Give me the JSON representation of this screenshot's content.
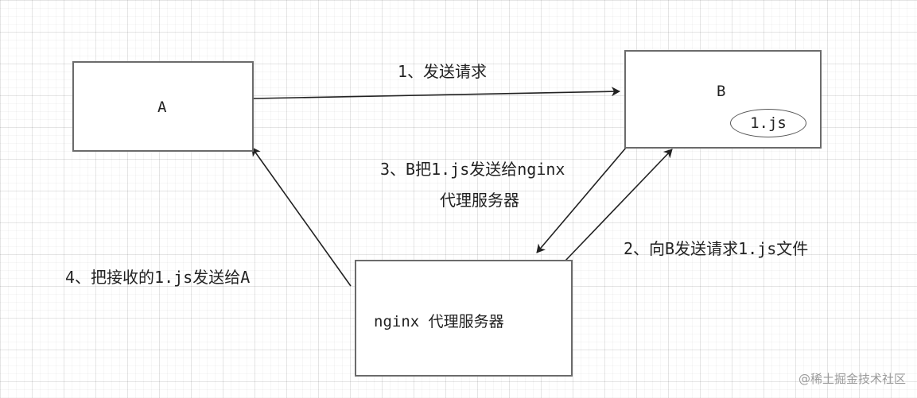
{
  "nodes": {
    "a": {
      "label": "A"
    },
    "b": {
      "label": "B",
      "file": "1.js"
    },
    "nginx": {
      "label": "nginx 代理服务器"
    }
  },
  "edges": {
    "step1": {
      "label": "1、发送请求"
    },
    "step2": {
      "label": "2、向B发送请求1.js文件"
    },
    "step3": {
      "line1": "3、B把1.js发送给nginx",
      "line2": "代理服务器"
    },
    "step4": {
      "label": "4、把接收的1.js发送给A"
    }
  },
  "watermark": "@稀土掘金技术社区",
  "colors": {
    "stroke": "#222222",
    "box_border": "#6b6b6b"
  }
}
